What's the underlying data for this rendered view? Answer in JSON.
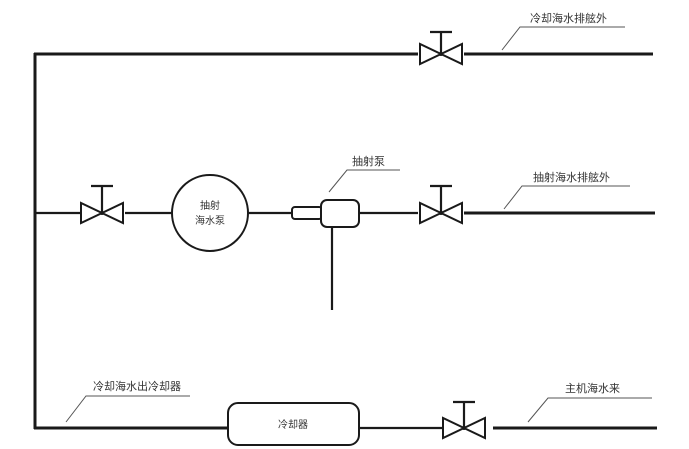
{
  "diagram": {
    "type": "piping-schematic",
    "labels": {
      "top_outlet": "冷却海水排舷外",
      "middle_outlet": "抽射海水排舷外",
      "ejector": "抽射泵",
      "pump_line1": "抽射",
      "pump_line2": "海水泵",
      "cooler_outlet": "冷却海水出冷却器",
      "cooler": "冷却器",
      "main_engine_inlet": "主机海水来"
    },
    "colors": {
      "line": "#1a1a1a",
      "text": "#333333",
      "leader": "#555555",
      "background": "#ffffff"
    }
  }
}
